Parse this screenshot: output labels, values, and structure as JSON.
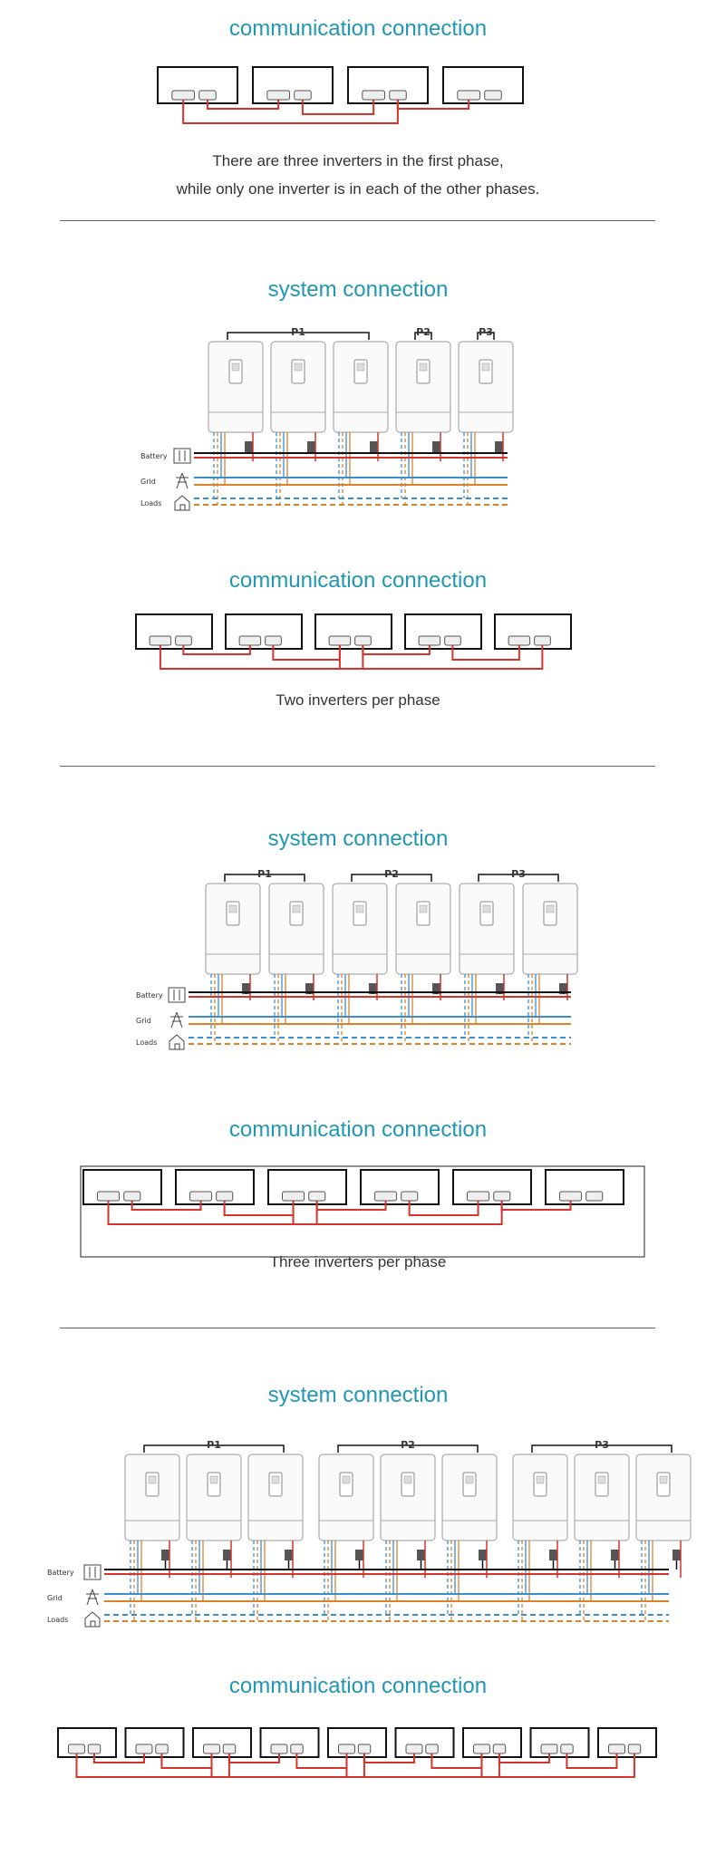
{
  "sections": [
    {
      "comm_title": "communication connection",
      "caption_lines": [
        "There are three inverters in the first phase,",
        "while only one inverter is in each of the other phases."
      ]
    },
    {
      "system_title": "system connection",
      "phase_labels": [
        "P1",
        "P2",
        "P3"
      ],
      "legend": [
        "Battery",
        "Grid",
        "Loads"
      ],
      "comm_title": "communication connection",
      "caption_lines": [
        "Two inverters per phase"
      ]
    },
    {
      "system_title": "system connection",
      "phase_labels": [
        "P1",
        "P2",
        "P3"
      ],
      "legend": [
        "Battery",
        "Grid",
        "Loads"
      ],
      "comm_title": "communication connection",
      "caption_lines": [
        "Three inverters per phase"
      ]
    },
    {
      "system_title": "system connection",
      "phase_labels": [
        "P1",
        "P2",
        "P3"
      ],
      "legend": [
        "Battery",
        "Grid",
        "Loads"
      ],
      "comm_title": "communication connection"
    }
  ],
  "colors": {
    "title": "#1f97b5",
    "battery": "#d7322c",
    "grid": "#3a8fd1",
    "loads_blue": "#3a8fd1",
    "loads_orange": "#d9822b",
    "black": "#111111"
  }
}
